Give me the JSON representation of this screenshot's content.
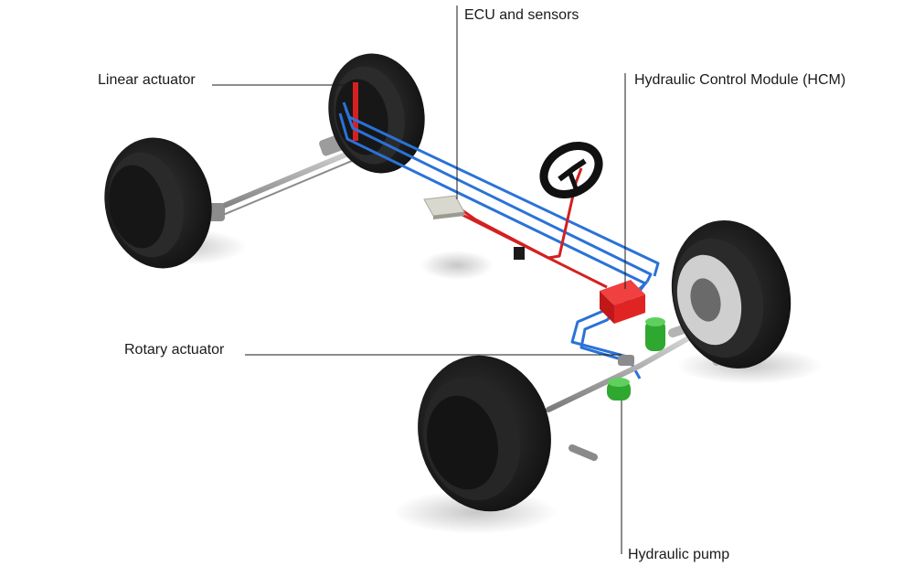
{
  "callouts": {
    "linear_actuator": "Linear actuator",
    "ecu_sensors": "ECU and sensors",
    "hcm": "Hydraulic Control Module (HCM)",
    "rotary_actuator": "Rotary actuator",
    "hydraulic_pump": "Hydraulic pump"
  },
  "colors": {
    "hydraulic_line": "#2a72d8",
    "electrical_line": "#d42020",
    "hcm_body": "#e02424",
    "pump_body": "#2fa830",
    "tire": "#1c1c1c",
    "axle": "#9a9a9a"
  }
}
